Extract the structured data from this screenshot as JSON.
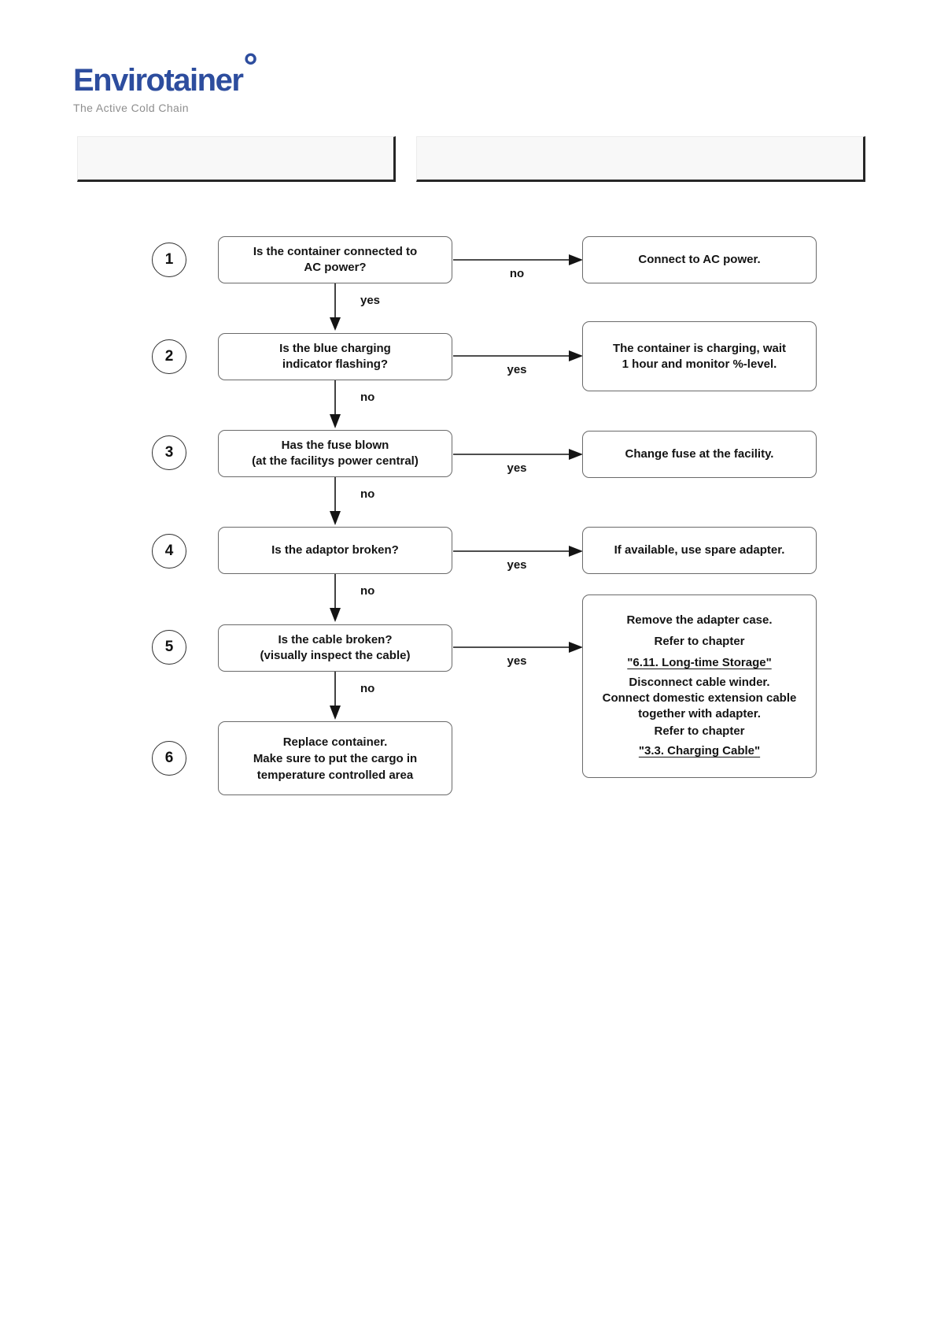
{
  "logo": {
    "brand": "Envirotainer",
    "mark": "°",
    "tagline": "The Active Cold Chain",
    "brand_color": "#2d4d9e"
  },
  "flowchart": {
    "steps": [
      {
        "number": "1",
        "question_lines": [
          "Is the container connected to",
          "AC power?"
        ],
        "right_label": "no",
        "down_label": "yes",
        "answer_lines": [
          "Connect to AC power."
        ]
      },
      {
        "number": "2",
        "question_lines": [
          "Is the blue charging",
          "indicator flashing?"
        ],
        "right_label": "yes",
        "down_label": "no",
        "answer_lines": [
          "The container is charging, wait",
          "1 hour and monitor %-level."
        ]
      },
      {
        "number": "3",
        "question_lines": [
          "Has the fuse blown",
          "(at the facilitys power central)"
        ],
        "right_label": "yes",
        "down_label": "no",
        "answer_lines": [
          "Change fuse at the facility."
        ]
      },
      {
        "number": "4",
        "question_lines": [
          "Is the adaptor broken?"
        ],
        "right_label": "yes",
        "down_label": "no",
        "answer_lines": [
          "If available, use spare adapter."
        ]
      },
      {
        "number": "5",
        "question_lines": [
          "Is the cable broken?",
          "(visually inspect the cable)"
        ],
        "right_label": "yes",
        "down_label": "no",
        "answer_lines": [
          {
            "text": "Remove the adapter case.",
            "underline": false
          },
          {
            "text": "Refer to chapter",
            "underline": false
          },
          {
            "text": "\"6.11. Long-time Storage\"",
            "underline": true
          },
          {
            "text": "Disconnect cable winder.",
            "underline": false
          },
          {
            "text": "Connect domestic extension cable",
            "underline": false
          },
          {
            "text": "together with adapter.",
            "underline": false
          },
          {
            "text": "Refer to chapter",
            "underline": false
          },
          {
            "text": "\"3.3. Charging Cable\"",
            "underline": true
          }
        ]
      },
      {
        "number": "6",
        "question_lines": [
          "Replace container.",
          "Make sure to put the cargo in",
          "temperature controlled area"
        ]
      }
    ]
  }
}
